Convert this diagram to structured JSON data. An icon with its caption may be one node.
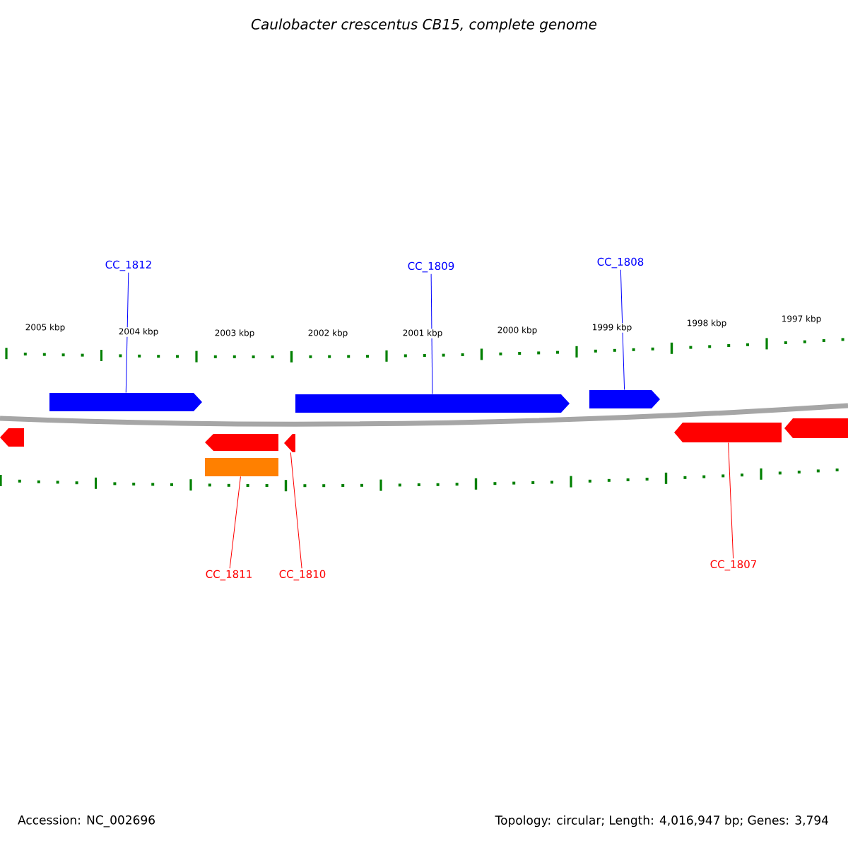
{
  "diagram": {
    "title": "Caulobacter crescentus CB15, complete genome",
    "nodes": [
      {
        "text": [
          "CC_1812"
        ]
      },
      {
        "text": [
          "CC_1809"
        ]
      },
      {
        "text": [
          "CC_1808"
        ]
      },
      {
        "text": [
          "CC_1811"
        ]
      },
      {
        "text": [
          "CC_1810"
        ]
      },
      {
        "text": [
          "CC_1807"
        ]
      },
      {
        "text": [],
        "shape": "arrow"
      },
      {
        "text": [],
        "shape": "arrow"
      },
      {
        "text": [],
        "shape": "arrow"
      },
      {
        "text": [],
        "shape": "arrow"
      },
      {
        "text": [],
        "shape": "arrow"
      },
      {
        "text": [],
        "shape": "arrow"
      },
      {
        "text": [],
        "shape": "bar"
      },
      {
        "text": [],
        "shape": "arrow"
      },
      {
        "text": [],
        "shape": "arrow"
      }
    ],
    "edges": [
      {
        "from": 0,
        "to": 6,
        "arrow": "none",
        "color": "#0000ff"
      },
      {
        "from": 1,
        "to": 7,
        "arrow": "none",
        "color": "#0000ff"
      },
      {
        "from": 2,
        "to": 8,
        "arrow": "none",
        "color": "#0000ff"
      },
      {
        "from": 3,
        "to": 12,
        "arrow": "none",
        "color": "#ff0000"
      },
      {
        "from": 4,
        "to": 11,
        "arrow": "none",
        "color": "#ff0000"
      },
      {
        "from": 5,
        "to": 13,
        "arrow": "none",
        "color": "#ff0000"
      }
    ],
    "labels": [
      "2005 kbp",
      "2004 kbp",
      "2003 kbp",
      "2002 kbp",
      "2001 kbp",
      "2000 kbp",
      "1999 kbp",
      "1998 kbp",
      "1997 kbp",
      "Accession: NC_002696",
      "Topology: circular; Length: 4,016,947 bp; Genes: 3,794"
    ]
  }
}
